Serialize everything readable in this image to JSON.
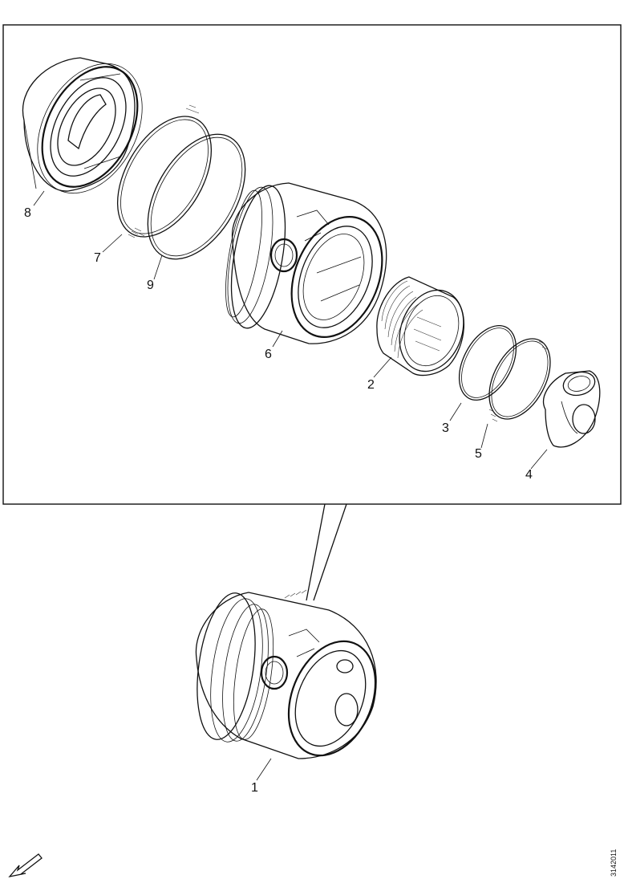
{
  "drawing_code": "3142011",
  "parts": [
    {
      "id": "part-8",
      "label": "8"
    },
    {
      "id": "part-7",
      "label": "7"
    },
    {
      "id": "part-9",
      "label": "9"
    },
    {
      "id": "part-6",
      "label": "6"
    },
    {
      "id": "part-2",
      "label": "2"
    },
    {
      "id": "part-3",
      "label": "3"
    },
    {
      "id": "part-5",
      "label": "5"
    },
    {
      "id": "part-4",
      "label": "4"
    },
    {
      "id": "part-1",
      "label": "1"
    }
  ],
  "orientation_icon": "direction-arrow-icon"
}
